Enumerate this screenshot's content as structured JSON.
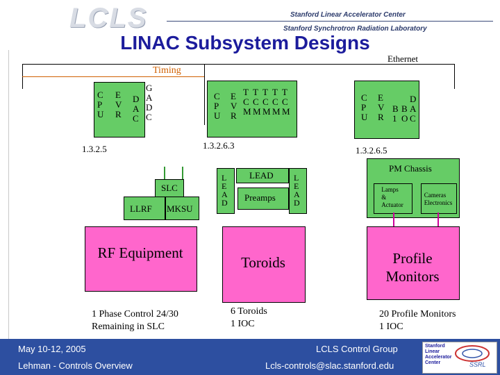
{
  "header": {
    "logo_text": "LCLS",
    "org_line1": "Stanford Linear Accelerator Center",
    "org_line2": "Stanford Synchrotron Radiation Laboratory",
    "title": "LINAC Subsystem Designs"
  },
  "network": {
    "ethernet": "Ethernet",
    "timing": "Timing"
  },
  "crate1": {
    "slots": [
      {
        "label": "C\nP\nU"
      },
      {
        "label": "E\nV\nR"
      },
      {
        "label": "D\nA\nC"
      },
      {
        "label": "G\nA\nD\nC"
      }
    ],
    "id": "1.3.2.5"
  },
  "crate2": {
    "slots": [
      {
        "label": "C\nP\nU"
      },
      {
        "label": "E\nV\nR"
      },
      {
        "label": "T\nC\nM"
      },
      {
        "label": "T\nC\nM"
      },
      {
        "label": "T\nC\nM"
      },
      {
        "label": "T\nC\nM"
      },
      {
        "label": "T\nC\nM"
      }
    ],
    "id": "1.3.2.6.3"
  },
  "crate3": {
    "slots": [
      {
        "label": "C\nP\nU"
      },
      {
        "label": "E\nV\nR"
      },
      {
        "label": "B\n1"
      },
      {
        "label": "B\nO"
      },
      {
        "label": "D\nA\nC"
      }
    ],
    "id": "1.3.2.6.5"
  },
  "rf": {
    "slc": "SLC",
    "llrf": "LLRF",
    "mksu": "MKSU",
    "equipment": "RF Equipment",
    "note_line1": "1 Phase Control 24/30",
    "note_line2": "Remaining in SLC"
  },
  "toroid": {
    "lead_left": "L\nE\nA\nD",
    "lead_top": "LEAD",
    "lead_right": "L\nE\nA\nD",
    "preamps": "Preamps",
    "equipment": "Toroids",
    "note_line1": "6 Toroids",
    "note_line2": "1 IOC"
  },
  "profile": {
    "pm_chassis": "PM Chassis",
    "lamps": "Lamps\n&\nActuator",
    "cameras": "Cameras\nElectronics",
    "equipment_line1": "Profile",
    "equipment_line2": "Monitors",
    "note_line1": "20 Profile Monitors",
    "note_line2": "1 IOC"
  },
  "footer": {
    "date": "May 10-12, 2005",
    "presenter": "Lehman - Controls Overview",
    "group": "LCLS Control Group",
    "email": "Lcls-controls@slac.stanford.edu",
    "badge_lines": "Stanford\nLinear\nAccelerator\nCenter",
    "badge_code": "SSRL"
  },
  "colors": {
    "title": "#1c1c9c",
    "crate_green": "#66cc66",
    "equipment_pink": "#ff66cc",
    "footer_blue": "#2d4fa0"
  }
}
